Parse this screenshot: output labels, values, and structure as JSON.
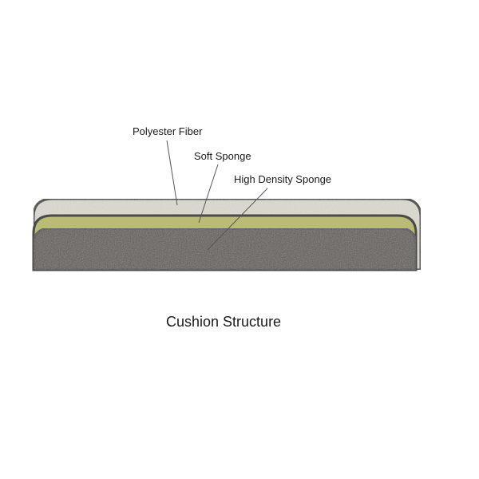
{
  "layers": [
    {
      "label": "Polyester Fiber",
      "color": "#dcd9cf"
    },
    {
      "label": "Soft Sponge",
      "color": "#b9bb76"
    },
    {
      "label": "High Density Sponge",
      "color": "#5e5a55"
    }
  ],
  "caption": "Cushion Structure",
  "outline_color": "#4a4a4a",
  "leader_color": "#555555"
}
